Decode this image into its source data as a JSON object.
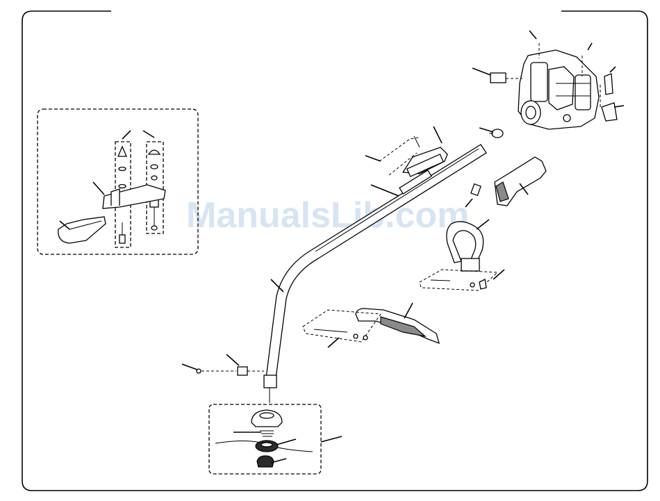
{
  "watermark": {
    "text": "ManualsLib.com",
    "color": "#cfe0f2"
  },
  "diagram": {
    "type": "exploded-parts-view",
    "callout_count": 30,
    "groups": [
      "clip-assembly-inset",
      "engine",
      "drive-shaft-housing",
      "throttle-handle",
      "assist-handle",
      "guard",
      "line-head-inset"
    ]
  }
}
